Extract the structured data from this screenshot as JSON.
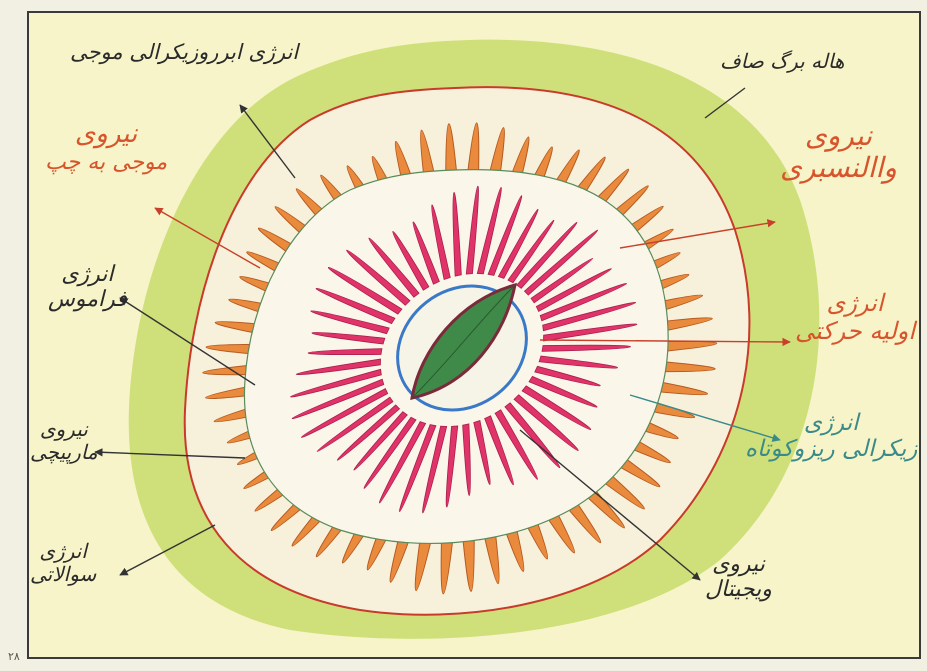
{
  "labels": {
    "waveform_energy": "انرژی ابرروزیکرالی موجی",
    "clean_aura": "هاله برگ صاف",
    "force_left_motion": {
      "line1": "نیروی",
      "line2": "موجی به چپ"
    },
    "force_flow": {
      "line1": "نیروی",
      "line2": "واالنسبری"
    },
    "energy_forgotten": {
      "line1": "انرژی",
      "line2": "فراموس"
    },
    "energy_primary_motion": {
      "line1": "انرژی",
      "line2": "اولیه حرکتی"
    },
    "force_snake": {
      "line1": "نیروی",
      "line2": "مارپیچی"
    },
    "energy_short_waves": {
      "line1": "انرژی",
      "line2": "زیکرالی ریزوکوتاه"
    },
    "energy_lower": {
      "line1": "انرژی",
      "line2": "سوالاتی"
    },
    "force_vegetal": {
      "line1": "نیروی",
      "line2": "ویجیتال"
    }
  },
  "page_number": "۲۸",
  "colors": {
    "paper": "#f1f0e2",
    "panel": "#f6f4c8",
    "halo": "#cfe07a",
    "outer_ring": "#e98a3c",
    "inner_ring": "#e0336a",
    "core": "#3f8a48",
    "label_orange": "#d8542c",
    "label_teal": "#3a8a8a",
    "label_dark": "#2a2a2a"
  }
}
